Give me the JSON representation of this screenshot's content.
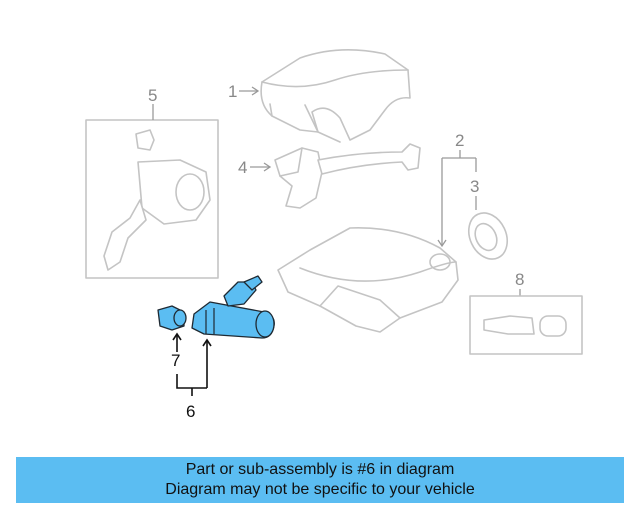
{
  "callouts": {
    "c1": "1",
    "c2": "2",
    "c3": "3",
    "c4": "4",
    "c5": "5",
    "c6": "6",
    "c7": "7",
    "c8": "8"
  },
  "highlight_part": "6",
  "colors": {
    "highlight_fill": "#5bbdf2",
    "banner_bg": "#5bbdf2",
    "line_art": "#c4c4c4",
    "callout_text_inactive": "#888888",
    "callout_text_active": "#111111"
  },
  "banner": {
    "line1": "Part or sub-assembly is #6 in diagram",
    "line2": "Diagram may not be specific to your vehicle"
  }
}
